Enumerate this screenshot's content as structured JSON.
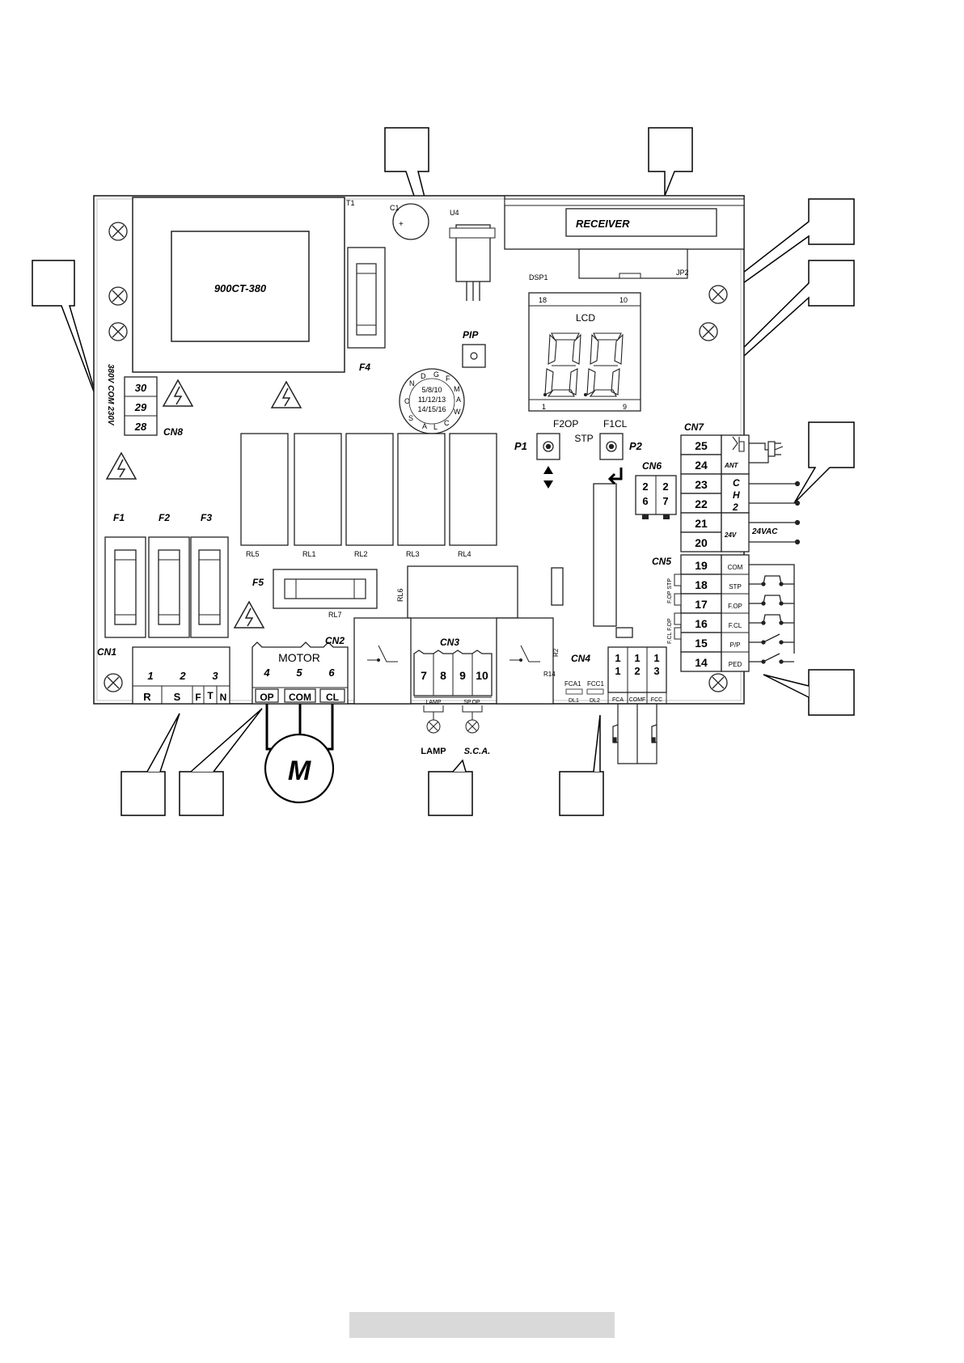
{
  "board": {
    "transformer": {
      "label": "900CT-380",
      "ref": "T1"
    },
    "capacitor": "C1",
    "regulator": "U4",
    "receiver": "RECEIVER",
    "jumper": "JP2",
    "display": {
      "ref": "DSP1",
      "label": "LCD",
      "pin_18": "18",
      "pin_10": "10",
      "pin_1": "1",
      "pin_9": "9"
    },
    "pip": "PIP",
    "f4": "F4",
    "dial": {
      "n": "N",
      "d": "D",
      "g": "G",
      "f": "F",
      "m": "M",
      "a1": "A",
      "w": "W",
      "c": "C",
      "l": "L",
      "a2": "A",
      "s": "S",
      "o": "O",
      "row1": "5/8/10",
      "row2": "11/12/13",
      "row3": "14/15/16"
    },
    "fuses": {
      "f1": "F1",
      "f2": "F2",
      "f3": "F3",
      "f5": "F5"
    },
    "relays": {
      "rl5": "RL5",
      "rl1": "RL1",
      "rl2": "RL2",
      "rl3": "RL3",
      "rl4": "RL4",
      "rl6": "RL6",
      "rl7": "RL7",
      "r2": "R2",
      "r14": "R14"
    },
    "buttons": {
      "p1": "P1",
      "p2": "P2",
      "f2op": "F2OP",
      "f1cl": "F1CL",
      "stp": "STP"
    },
    "cn8": {
      "label": "CN8",
      "t30": "30",
      "t29": "29",
      "t28": "28",
      "vlabel": "380V COM 230V"
    },
    "cn7": {
      "label": "CN7",
      "t25": "25",
      "t24": "24",
      "ant": "ANT",
      "t23": "23",
      "t22": "22",
      "ch": [
        "C",
        "H",
        "2"
      ],
      "t21": "21",
      "t20": "20",
      "v24": "24V",
      "vac": "24VAC"
    },
    "cn6": {
      "label": "CN6",
      "t26a": "2",
      "t26b": "6",
      "t27a": "2",
      "t27b": "7"
    },
    "cn5": {
      "label": "CN5",
      "t19": "19",
      "com": "COM",
      "t18": "18",
      "stp": "STP",
      "t17": "17",
      "fop": "F.OP",
      "t16": "16",
      "fcl": "F.CL",
      "t15": "15",
      "pp": "P/P",
      "t14": "14",
      "ped": "PED",
      "s1": "F.OP STP",
      "s2": "F.CL F.OP"
    },
    "cn1": {
      "label": "CN1",
      "t1": "1",
      "t2": "2",
      "t3": "3",
      "r": "R",
      "s": "S",
      "f": "F",
      "t": "T",
      "n": "N"
    },
    "cn2": {
      "label": "CN2",
      "motor": "MOTOR",
      "t4": "4",
      "t5": "5",
      "t6": "6",
      "op": "OP",
      "com": "COM",
      "cl": "CL",
      "m": "M"
    },
    "cn3": {
      "label": "CN3",
      "t7": "7",
      "t8": "8",
      "t9": "9",
      "t10": "10",
      "lamp_small": "LAMP",
      "spop": "SP.OP.",
      "lamp": "LAMP",
      "sca": "S.C.A."
    },
    "cn4": {
      "label": "CN4",
      "t11a": "1",
      "t11b": "1",
      "t12a": "1",
      "t12b": "2",
      "t13a": "1",
      "t13b": "3",
      "fca1": "FCA1",
      "fcc1": "FCC1",
      "dl1": "DL1",
      "dl2": "DL2",
      "fca": "FCA",
      "comf": "COMF",
      "fcc": "FCC"
    }
  }
}
